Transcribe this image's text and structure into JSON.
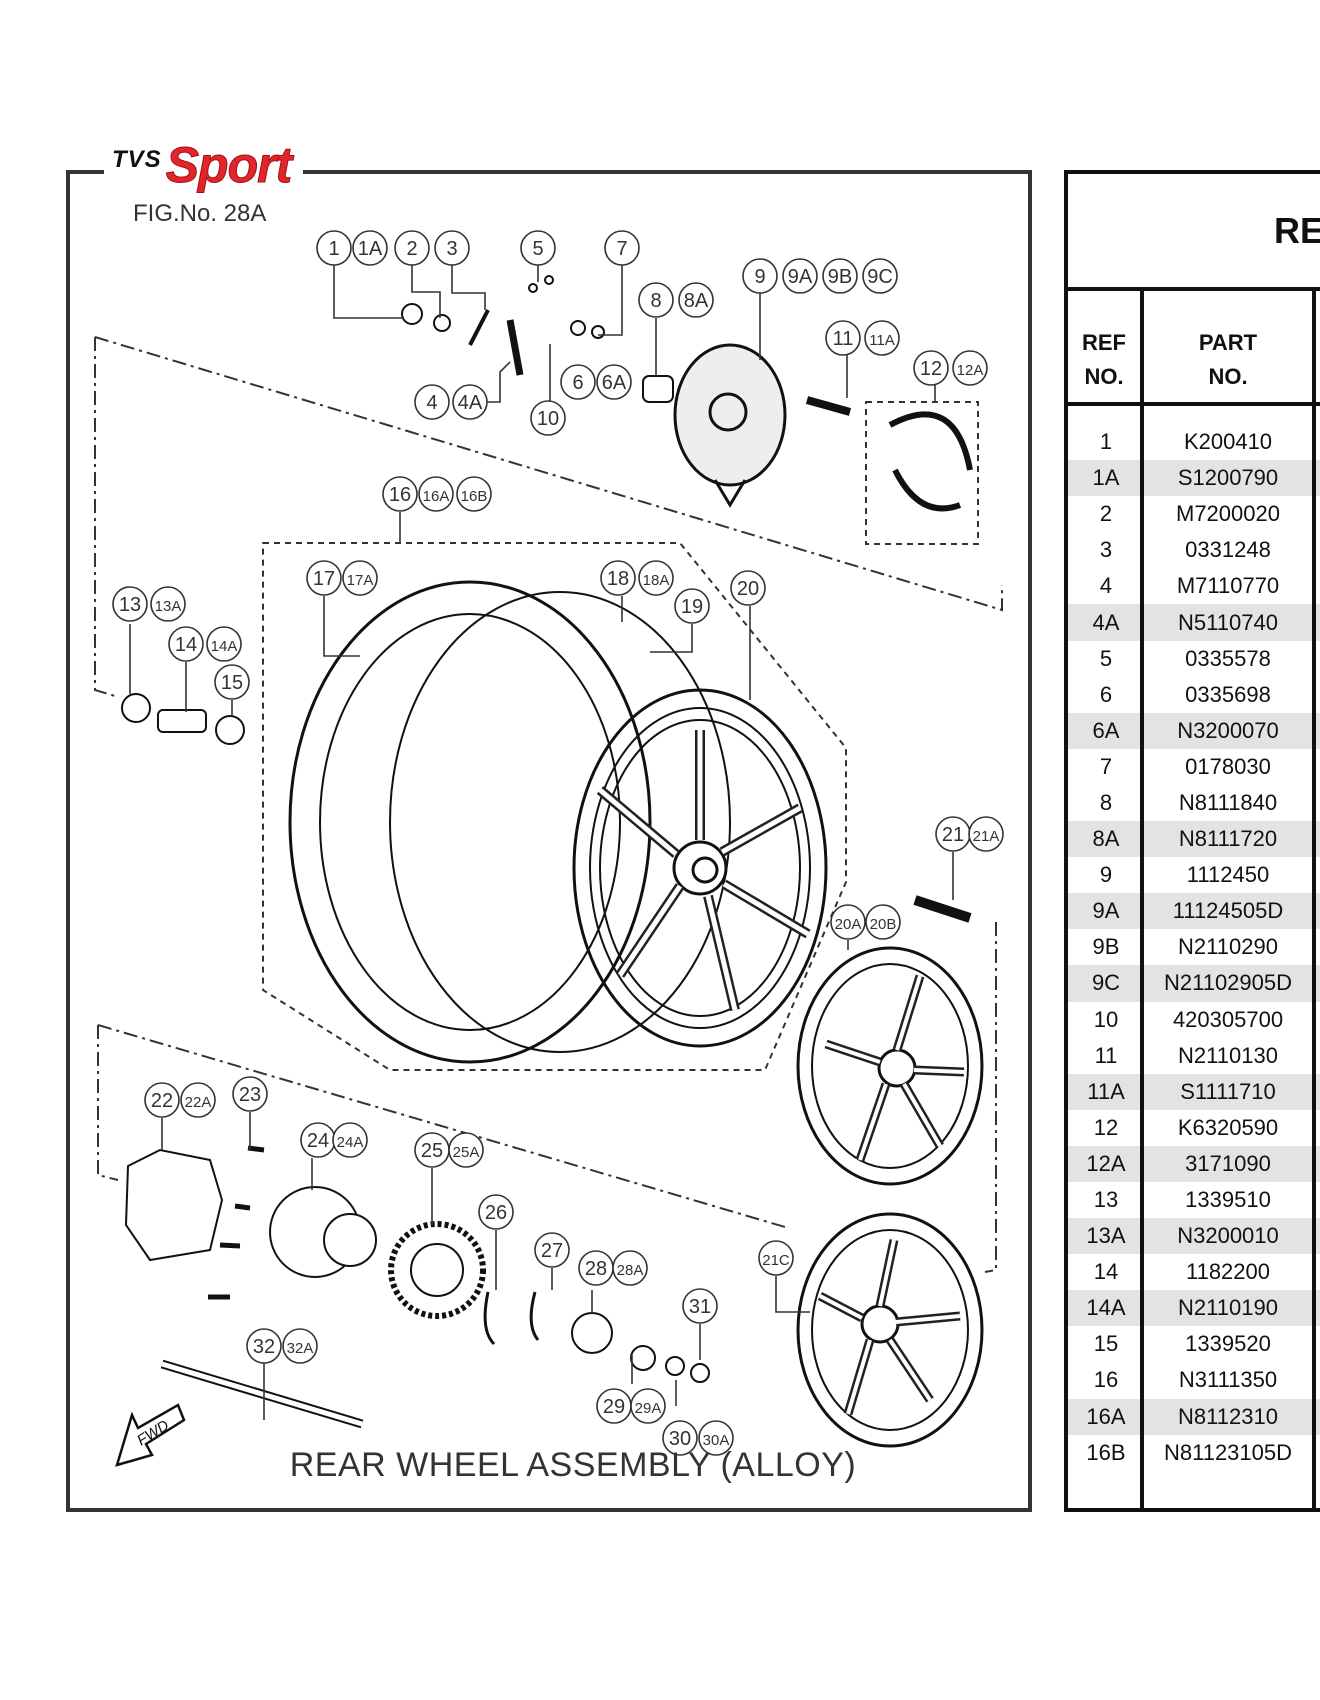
{
  "logo": {
    "brand": "TVS",
    "model": "Sport"
  },
  "figure": {
    "number": "FIG.No. 28A",
    "caption": "REAR WHEEL ASSEMBLY (ALLOY)",
    "fwd_label": "FWD",
    "callouts": [
      "1",
      "1A",
      "2",
      "3",
      "5",
      "7",
      "9",
      "9A",
      "9B",
      "9C",
      "8",
      "8A",
      "11",
      "11A",
      "12",
      "12A",
      "4",
      "4A",
      "6",
      "6A",
      "10",
      "16",
      "16A",
      "16B",
      "17",
      "17A",
      "18",
      "18A",
      "19",
      "20",
      "13",
      "13A",
      "14",
      "14A",
      "15",
      "21",
      "21A",
      "20A",
      "20B",
      "22",
      "22A",
      "23",
      "24",
      "24A",
      "25",
      "25A",
      "26",
      "27",
      "28",
      "28A",
      "21C",
      "31",
      "32",
      "32A",
      "29",
      "29A",
      "30",
      "30A"
    ]
  },
  "table": {
    "title": "RE",
    "headers": {
      "ref": [
        "REF",
        "NO."
      ],
      "part": [
        "PART",
        "NO."
      ]
    },
    "rows": [
      {
        "ref": "1",
        "part": "K200410",
        "shade": false
      },
      {
        "ref": "1A",
        "part": "S1200790",
        "shade": true
      },
      {
        "ref": "2",
        "part": "M7200020",
        "shade": false
      },
      {
        "ref": "3",
        "part": "0331248",
        "shade": false
      },
      {
        "ref": "4",
        "part": "M7110770",
        "shade": false
      },
      {
        "ref": "4A",
        "part": "N5110740",
        "shade": true
      },
      {
        "ref": "5",
        "part": "0335578",
        "shade": false
      },
      {
        "ref": "6",
        "part": "0335698",
        "shade": false
      },
      {
        "ref": "6A",
        "part": "N3200070",
        "shade": true
      },
      {
        "ref": "7",
        "part": "0178030",
        "shade": false
      },
      {
        "ref": "8",
        "part": "N8111840",
        "shade": false
      },
      {
        "ref": "8A",
        "part": "N8111720",
        "shade": true
      },
      {
        "ref": "9",
        "part": "1112450",
        "shade": false
      },
      {
        "ref": "9A",
        "part": "11124505D",
        "shade": true
      },
      {
        "ref": "9B",
        "part": "N2110290",
        "shade": false
      },
      {
        "ref": "9C",
        "part": "N21102905D",
        "shade": true
      },
      {
        "ref": "10",
        "part": "420305700",
        "shade": false
      },
      {
        "ref": "11",
        "part": "N2110130",
        "shade": false
      },
      {
        "ref": "11A",
        "part": "S1111710",
        "shade": true
      },
      {
        "ref": "12",
        "part": "K6320590",
        "shade": false
      },
      {
        "ref": "12A",
        "part": "3171090",
        "shade": true
      },
      {
        "ref": "13",
        "part": "1339510",
        "shade": false
      },
      {
        "ref": "13A",
        "part": "N3200010",
        "shade": true
      },
      {
        "ref": "14",
        "part": "1182200",
        "shade": false
      },
      {
        "ref": "14A",
        "part": "N2110190",
        "shade": true
      },
      {
        "ref": "15",
        "part": "1339520",
        "shade": false
      },
      {
        "ref": "16",
        "part": "N3111350",
        "shade": false
      },
      {
        "ref": "16A",
        "part": "N8112310",
        "shade": true
      },
      {
        "ref": "16B",
        "part": "N81123105D",
        "shade": false
      }
    ]
  },
  "colors": {
    "logo_red": "#e0262b",
    "frame": "#333333",
    "row_shade": "#e3e3e3"
  }
}
